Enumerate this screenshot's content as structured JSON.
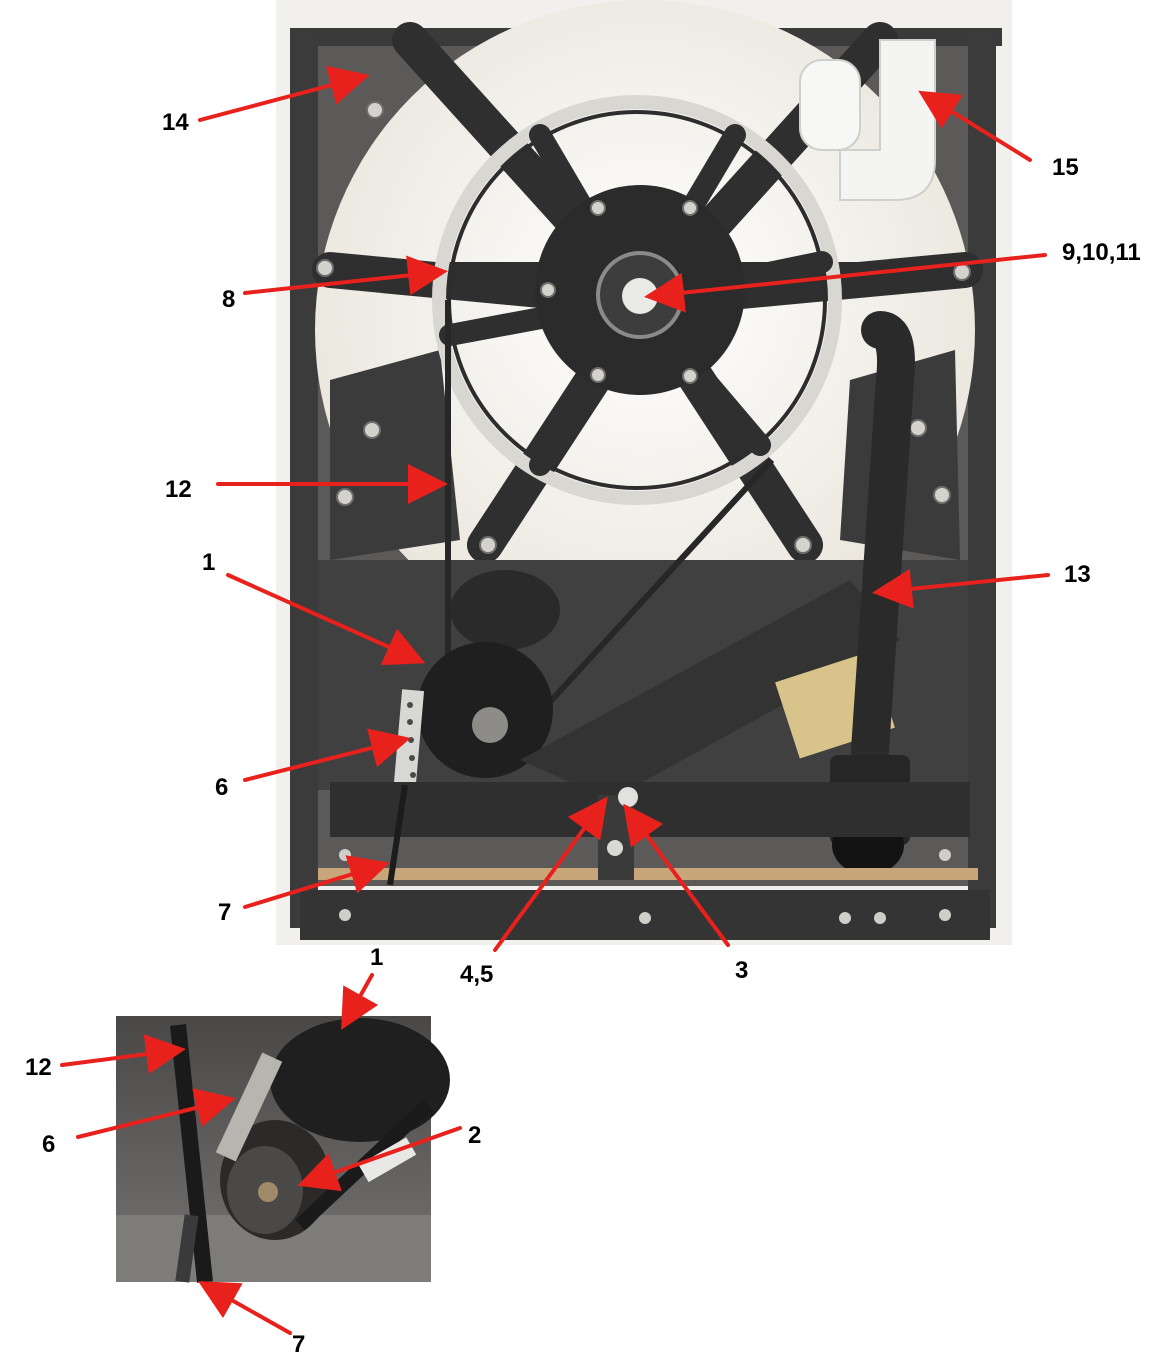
{
  "diagram": {
    "arrow_color": "#e8211d",
    "frame_color": "#3a3a3a",
    "panel_color": "#f2f2ee",
    "drum_color": "#f7f5f0",
    "callouts": [
      {
        "id": "14",
        "label": "14"
      },
      {
        "id": "15",
        "label": "15"
      },
      {
        "id": "9-10-11",
        "label": "9,10,11"
      },
      {
        "id": "8",
        "label": "8"
      },
      {
        "id": "12",
        "label": "12"
      },
      {
        "id": "1",
        "label": "1"
      },
      {
        "id": "13",
        "label": "13"
      },
      {
        "id": "6",
        "label": "6"
      },
      {
        "id": "7",
        "label": "7"
      },
      {
        "id": "4-5",
        "label": "4,5"
      },
      {
        "id": "3",
        "label": "3"
      }
    ],
    "inset_callouts": [
      {
        "id": "1",
        "label": "1"
      },
      {
        "id": "12",
        "label": "12"
      },
      {
        "id": "6",
        "label": "6"
      },
      {
        "id": "2",
        "label": "2"
      },
      {
        "id": "7",
        "label": "7"
      }
    ]
  }
}
